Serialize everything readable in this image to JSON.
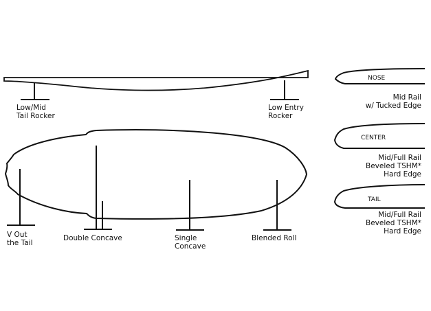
{
  "side_view": {
    "tail_label": [
      "Low/Mid",
      "Tail Rocker"
    ],
    "nose_label": [
      "Low Entry",
      "Rocker"
    ]
  },
  "bottom_view": {
    "labels": [
      {
        "lines": [
          "V Out",
          "the Tail"
        ]
      },
      {
        "lines": [
          "Double Concave"
        ]
      },
      {
        "lines": [
          "Single",
          "Concave"
        ]
      },
      {
        "lines": [
          "Blended Roll"
        ]
      }
    ]
  },
  "rails": [
    {
      "title": "NOSE",
      "lines": [
        "Mid Rail",
        "w/ Tucked Edge"
      ]
    },
    {
      "title": "CENTER",
      "lines": [
        "Mid/Full Rail",
        "Beveled TSHM*",
        "Hard Edge"
      ]
    },
    {
      "title": "TAIL",
      "lines": [
        "Mid/Full Rail",
        "Beveled TSHM*",
        "Hard Edge"
      ]
    }
  ]
}
